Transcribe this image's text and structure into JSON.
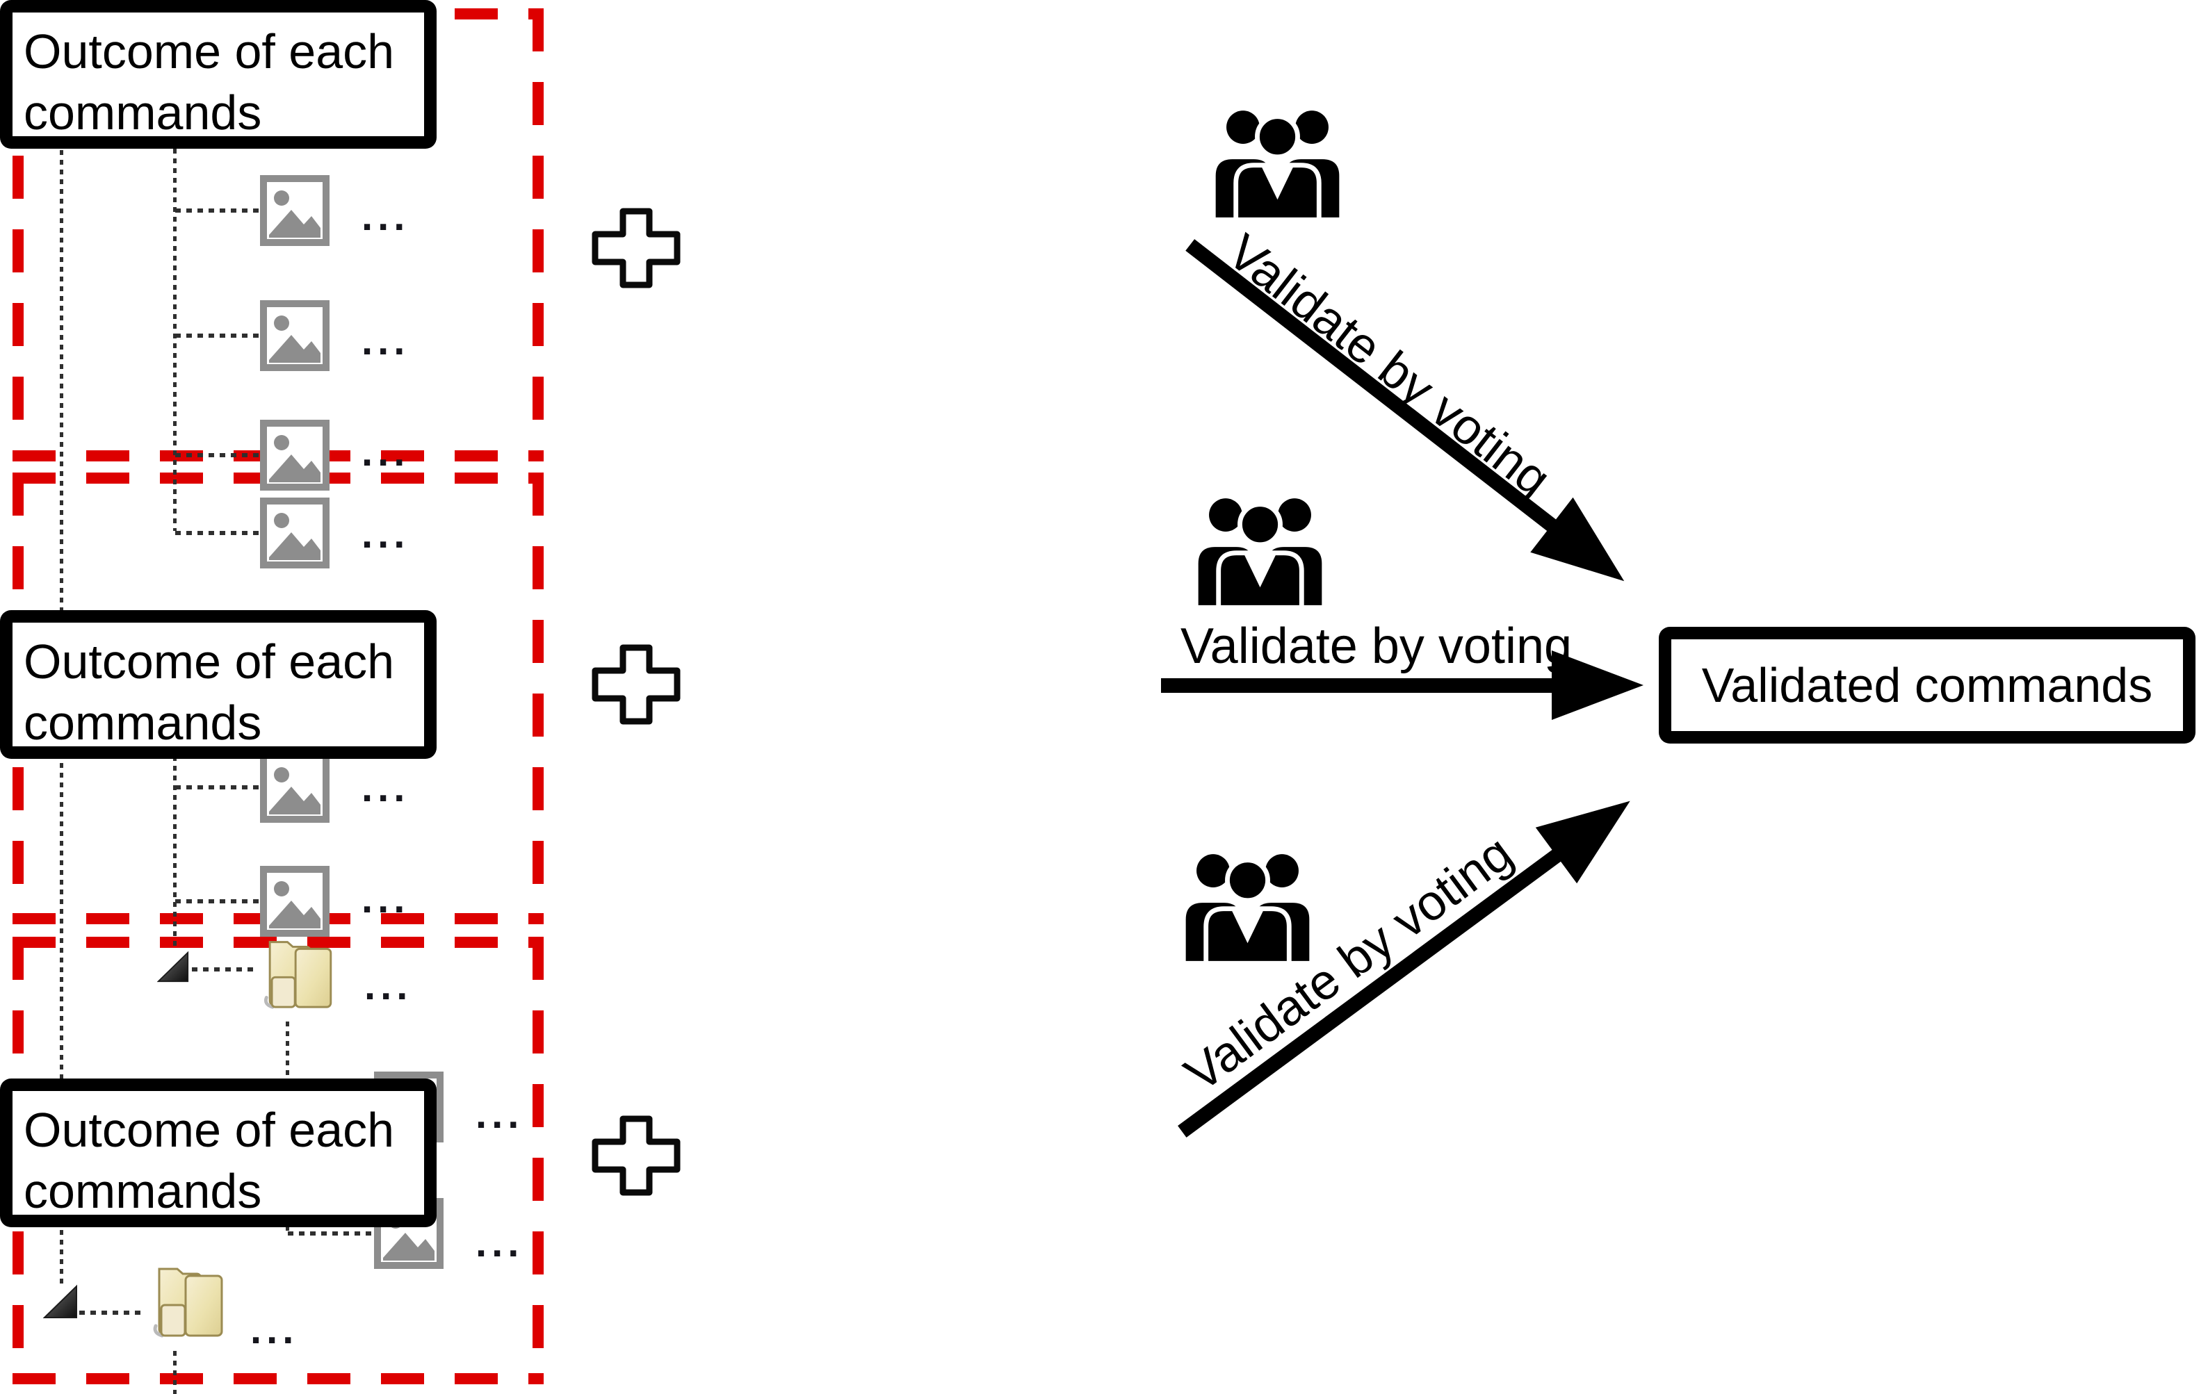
{
  "palette": {
    "background": "#ffffff",
    "red_dash": "#dd0000",
    "black": "#000000",
    "folder_fill": "#ece2ae",
    "folder_fill_light": "#f6efd3",
    "folder_border": "#9b8b52",
    "image_gray": "#8d8d8d",
    "tree_line": "#2f2f2f"
  },
  "tree": {
    "ellipsis": "...",
    "group_boxes": 3,
    "expander_icon": "tree-expander-icon",
    "folder_icon": "folders-icon",
    "image_icon": "image-icon"
  },
  "rows": [
    {
      "outcome": "Outcome of each commands",
      "vote_label": "Validate by voting"
    },
    {
      "outcome": "Outcome of each commands",
      "vote_label": "Validate by voting"
    },
    {
      "outcome": "Outcome of each commands",
      "vote_label": "Validate by voting"
    }
  ],
  "result": {
    "label": "Validated commands"
  },
  "icons": {
    "plus": "plus-icon",
    "voters": "voters-group-icon"
  }
}
